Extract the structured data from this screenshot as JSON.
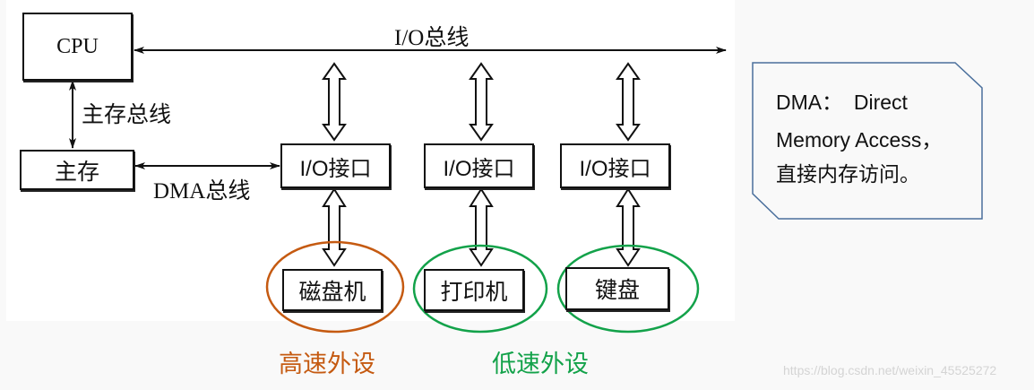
{
  "diagram": {
    "nodes": {
      "cpu": "CPU",
      "main_memory": "主存",
      "io_interfaces": [
        "I/O接口",
        "I/O接口",
        "I/O接口"
      ],
      "devices": [
        "磁盘机",
        "打印机",
        "键盘"
      ]
    },
    "buses": {
      "io_bus": "I/O总线",
      "memory_bus": "主存总线",
      "dma_bus": "DMA总线"
    },
    "categories": {
      "high_speed": {
        "label": "高速外设",
        "color": "#c55a11"
      },
      "low_speed": {
        "label": "低速外设",
        "color": "#13a24a"
      }
    },
    "note": {
      "line1": "DMA：  Direct",
      "line2": "Memory Access，",
      "line3": "直接内存访问。",
      "border_color": "#4a6f9c"
    },
    "watermark": "https://blog.csdn.net/weixin_45525272"
  }
}
